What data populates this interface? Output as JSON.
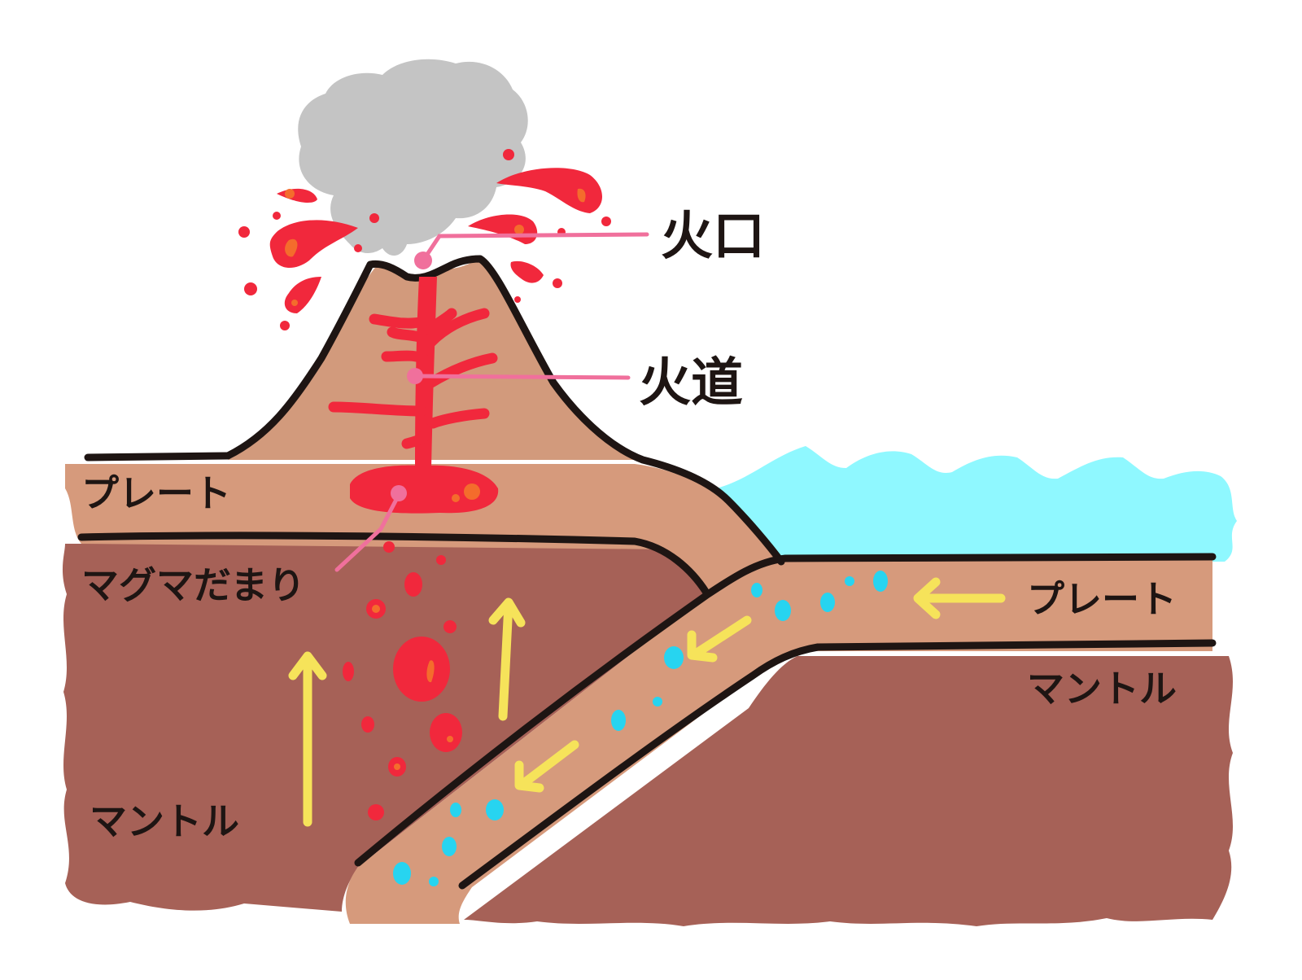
{
  "labels": {
    "crater": "火口",
    "conduit": "火道",
    "magma_chamber": "マグマだまり",
    "plate_left": "プレート",
    "plate_right": "プレート",
    "mantle_left": "マントル",
    "mantle_right": "マントル"
  },
  "icons": [
    "ash-cloud",
    "lava-bomb",
    "flow-arrow",
    "water-droplet",
    "magma-blob"
  ],
  "colors": {
    "plate": "#d69a7c",
    "mantle": "#a66157",
    "volcano": "#d29a7c",
    "magma": "#f1283c",
    "magma_highlight": "#f46c2c",
    "sea": "#8ff8ff",
    "ash": "#c4c4c4",
    "water": "#27d4f0",
    "arrow": "#f6e35a",
    "leader_line": "#f0709c",
    "outline": "#1e1513"
  }
}
